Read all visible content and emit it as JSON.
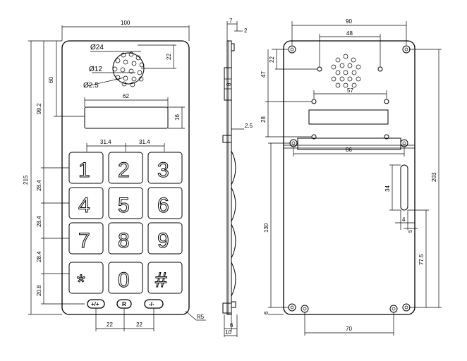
{
  "front_view": {
    "keys": [
      "1",
      "2",
      "3",
      "4",
      "5",
      "6",
      "7",
      "8",
      "9",
      "*",
      "0",
      "#"
    ],
    "function_keys": [
      "+/+",
      "R",
      "-/-"
    ],
    "dims": {
      "width": "100",
      "height": "215",
      "speaker_offset": "60",
      "display_offset": "99.2",
      "speaker_dia": "Ø24",
      "hole_circle": "Ø12",
      "hole_dia": "Ø2.5",
      "speaker_v": "22",
      "display_w": "62",
      "display_h": "16",
      "col_pitch_1": "31.4",
      "col_pitch_2": "31.4",
      "row_pitch_1": "28.4",
      "row_pitch_2": "28.4",
      "row_pitch_3": "28.4",
      "bottom_row": "20.8",
      "fn_pitch_1": "22",
      "fn_pitch_2": "22",
      "corner_radius": "R5"
    }
  },
  "side_view": {
    "dims": {
      "top_w": "7",
      "top_step": "2",
      "mid_step": "8",
      "plate": "2.5",
      "depth_6": "6",
      "depth_10": "10"
    }
  },
  "back_view": {
    "dims": {
      "hole_spacing_top": "90",
      "speaker_spacing": "48",
      "speaker_v": "22",
      "speaker_offset": "47",
      "display_w": "57",
      "display_h": "28",
      "inner_spacing": "86",
      "slot_h": "34",
      "slot_w": "4",
      "slot_gap": "5",
      "left_height": "130",
      "right_height": "203",
      "slot_offset": "77.5",
      "bottom_offset": "6",
      "bottom_spacing": "70"
    }
  }
}
